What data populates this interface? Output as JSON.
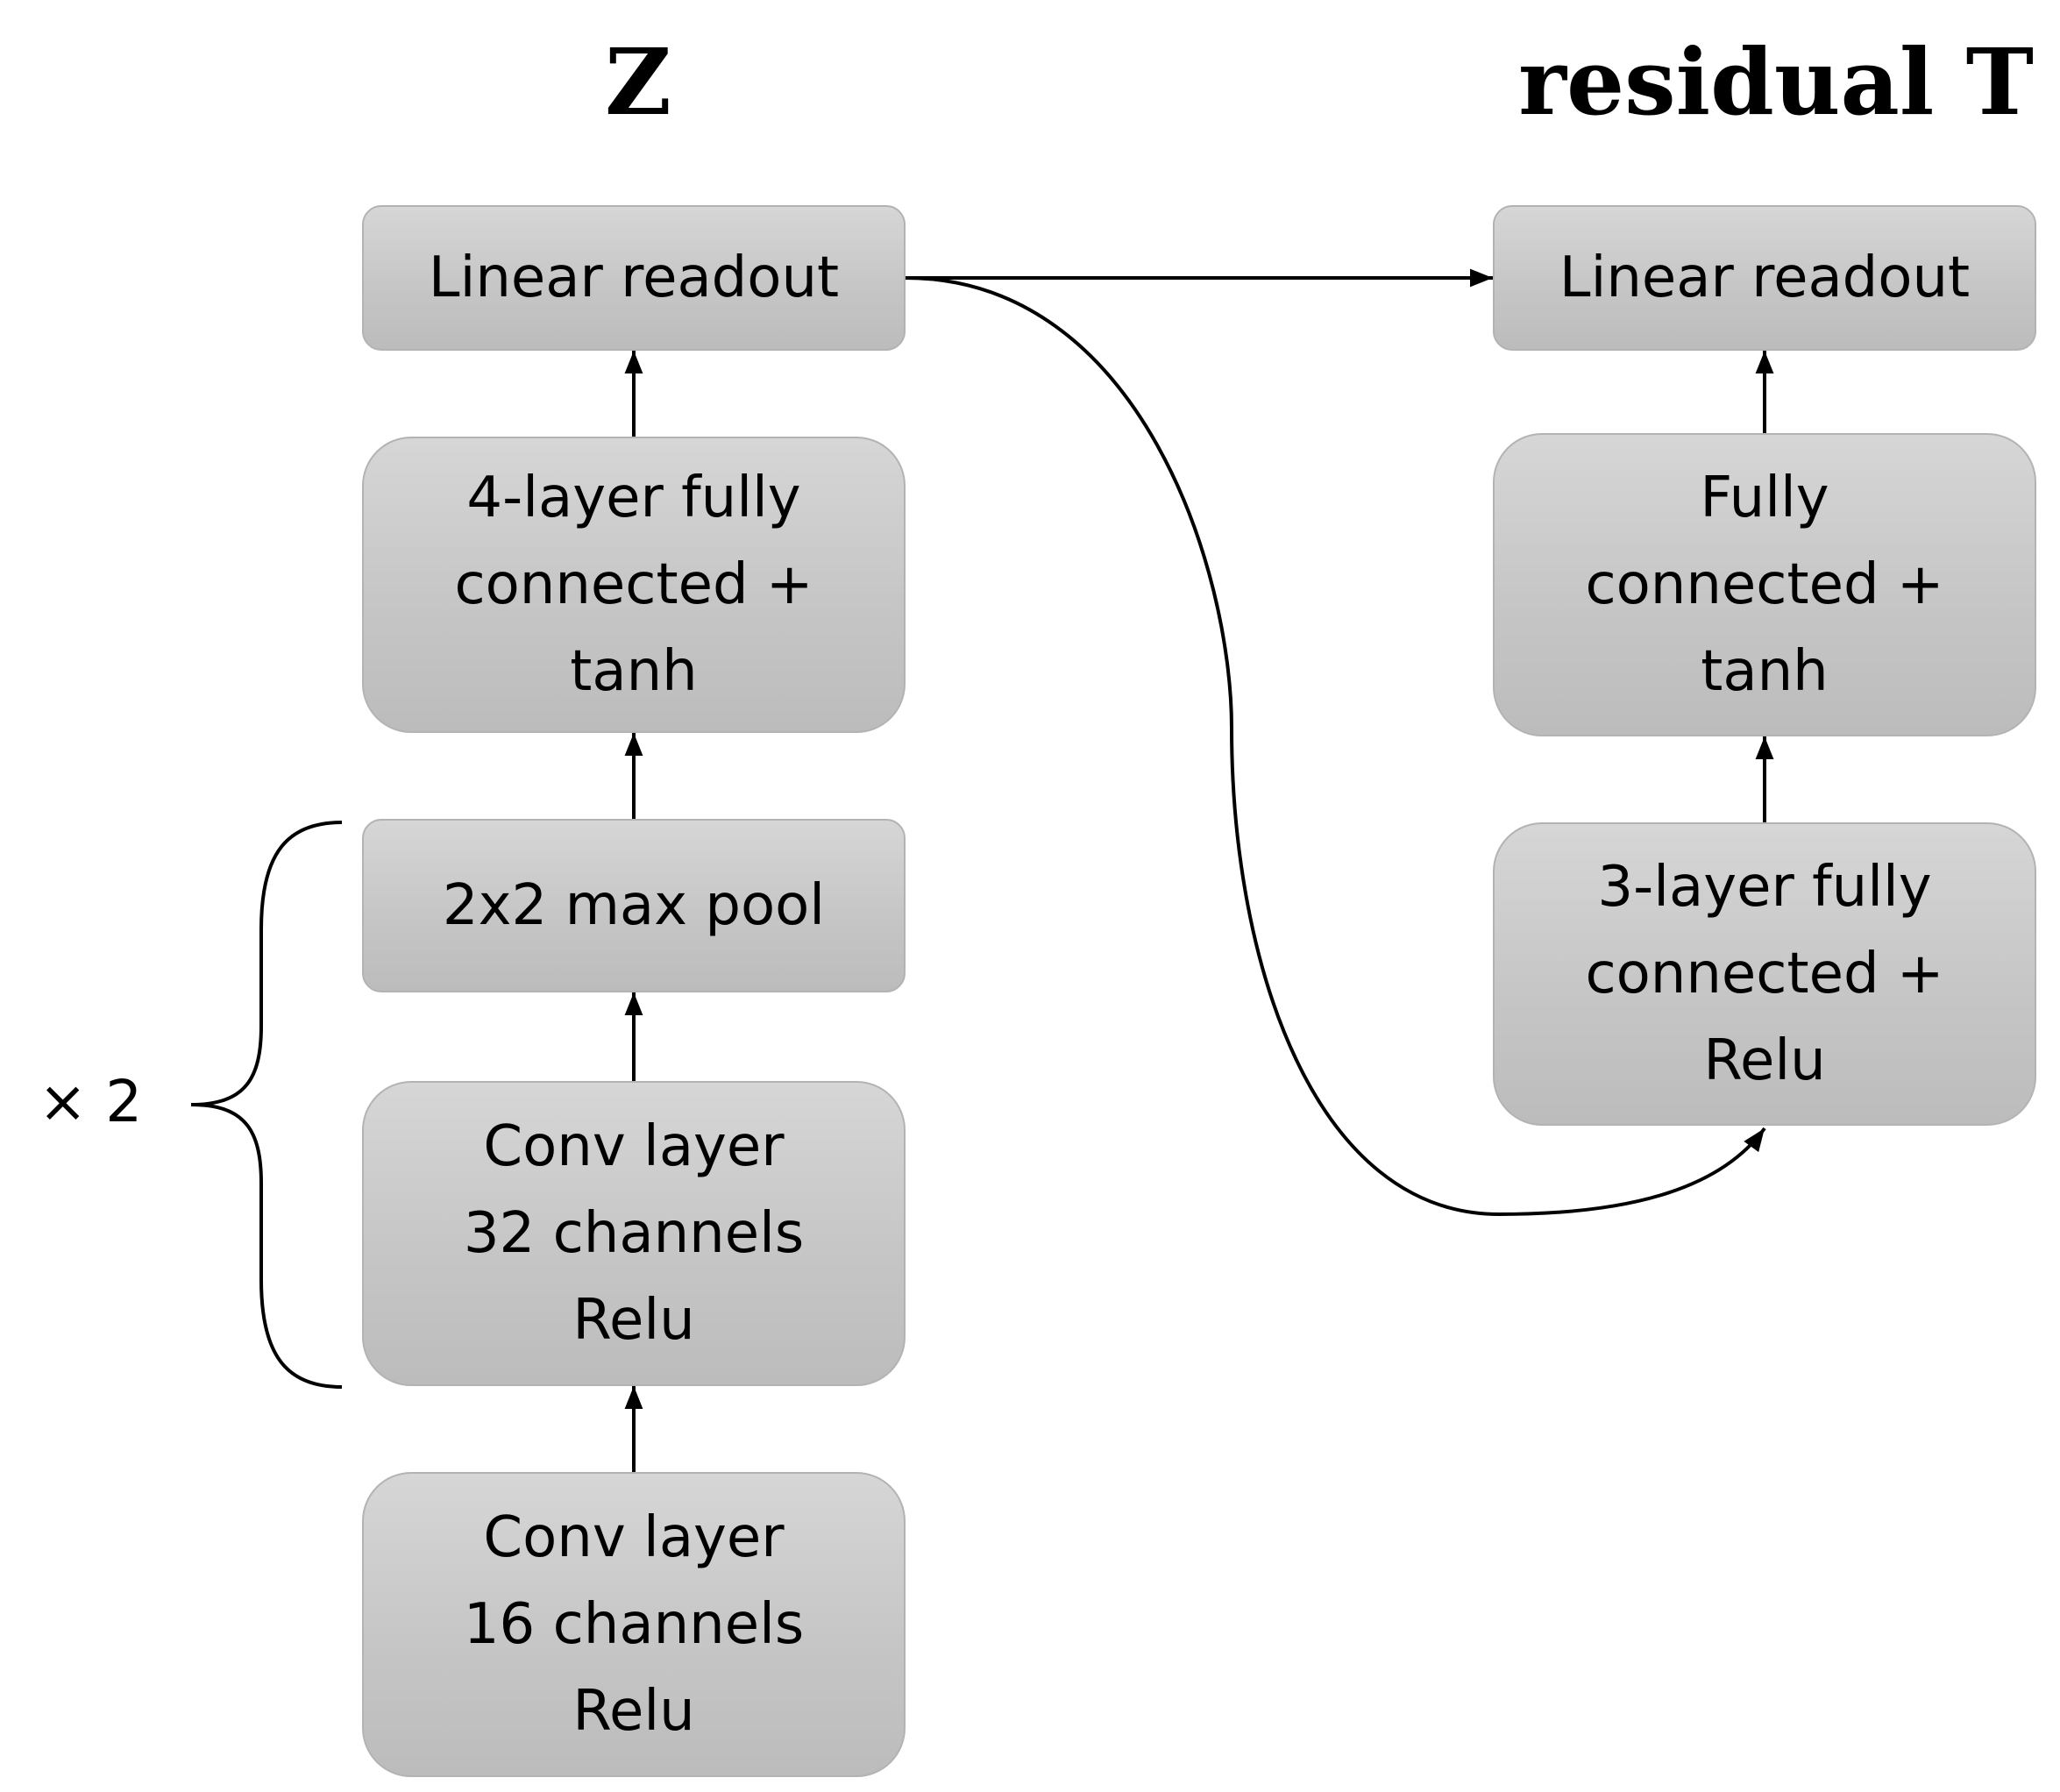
{
  "titles": {
    "left": "Z",
    "right": "residual T"
  },
  "repeat_label": "× 2",
  "nodes": {
    "linear_readout_left": {
      "lines": [
        "Linear readout"
      ]
    },
    "fc4_tanh": {
      "lines": [
        "4-layer fully",
        "connected +",
        "tanh"
      ]
    },
    "max_pool": {
      "lines": [
        "2x2 max pool"
      ]
    },
    "conv32": {
      "lines": [
        "Conv layer",
        "32 channels",
        "Relu"
      ]
    },
    "conv16": {
      "lines": [
        "Conv layer",
        "16 channels",
        "Relu"
      ]
    },
    "linear_readout_right": {
      "lines": [
        "Linear readout"
      ]
    },
    "fc_tanh": {
      "lines": [
        "Fully",
        "connected +",
        "tanh"
      ]
    },
    "fc3_relu": {
      "lines": [
        "3-layer fully",
        "connected +",
        "Relu"
      ]
    }
  },
  "edges": [
    {
      "from": "conv16",
      "to": "conv32"
    },
    {
      "from": "conv32",
      "to": "max_pool"
    },
    {
      "from": "max_pool",
      "to": "fc4_tanh"
    },
    {
      "from": "fc4_tanh",
      "to": "linear_readout_left"
    },
    {
      "from": "linear_readout_left",
      "to": "linear_readout_right"
    },
    {
      "from": "linear_readout_left",
      "to": "fc3_relu"
    },
    {
      "from": "fc3_relu",
      "to": "fc_tanh"
    },
    {
      "from": "fc_tanh",
      "to": "linear_readout_right"
    }
  ],
  "repeat_group": {
    "label": "× 2",
    "members": [
      "max_pool",
      "conv32"
    ]
  },
  "colors": {
    "node_fill_top": "#d6d6d6",
    "node_fill_bottom": "#bcbcbc",
    "node_border": "#b3b3b3",
    "line": "#000000"
  }
}
